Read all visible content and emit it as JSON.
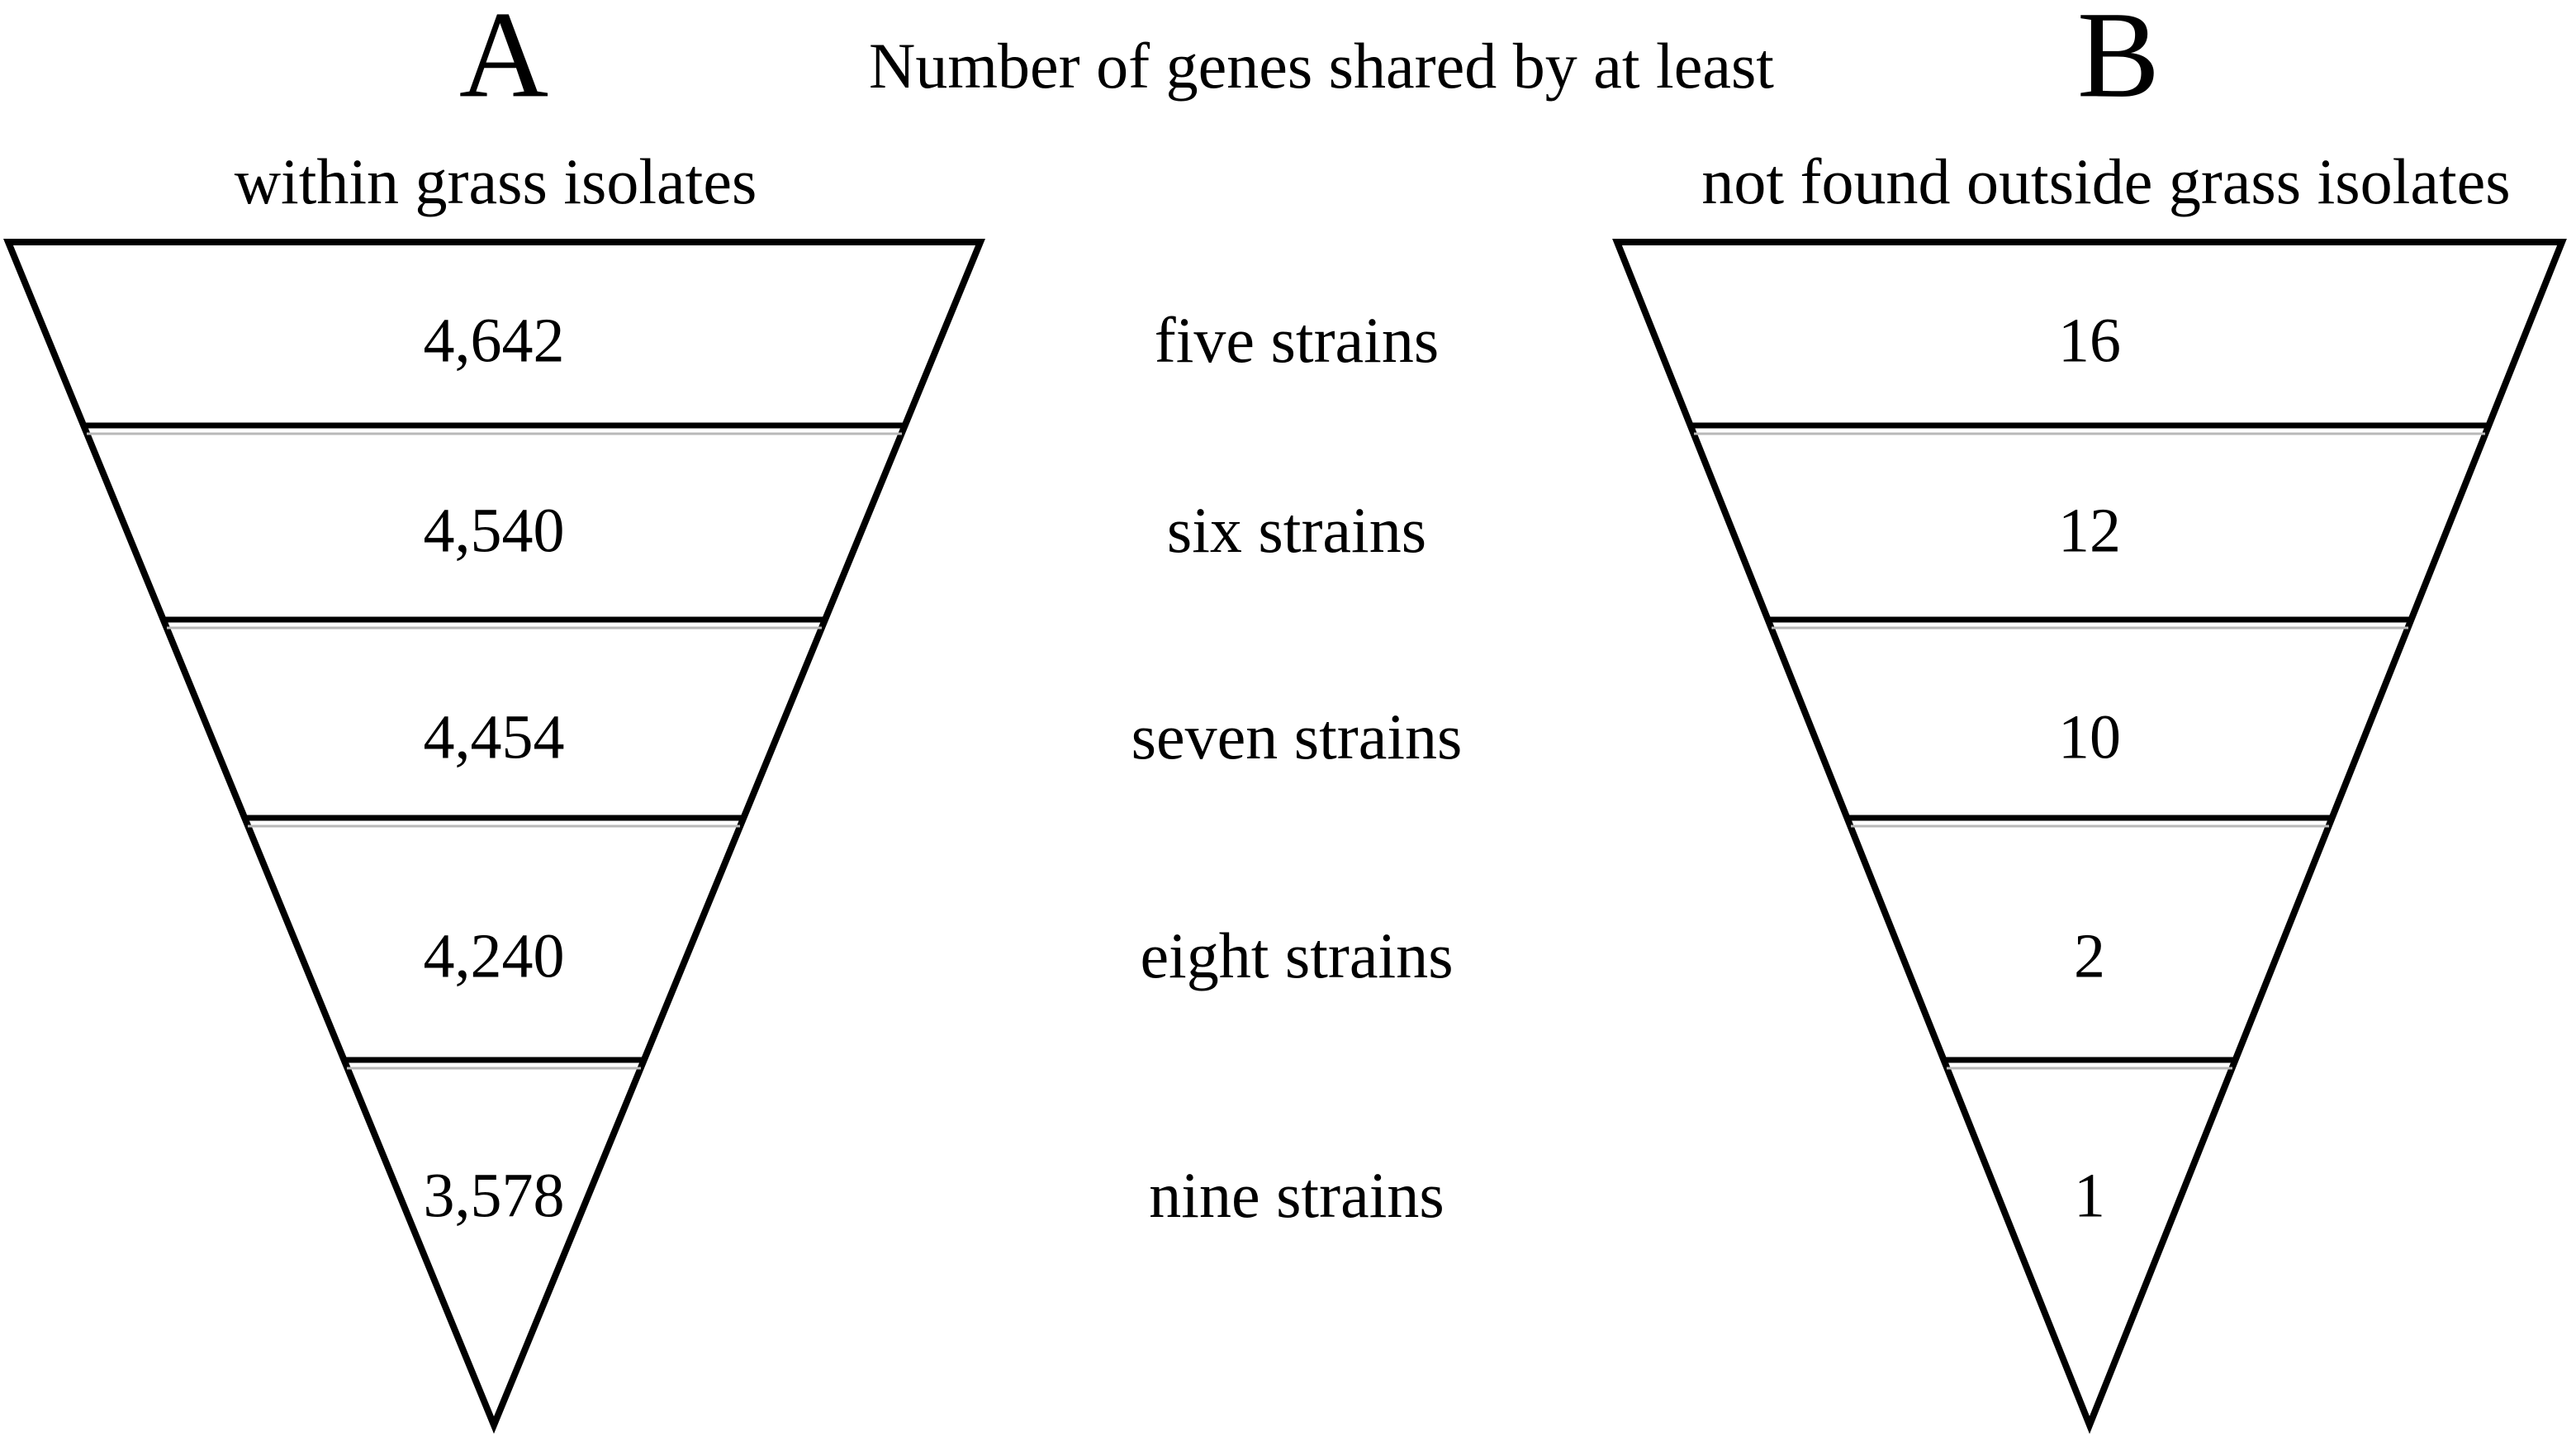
{
  "header": {
    "panel_a_label": "A",
    "panel_b_label": "B",
    "title": "Number of genes shared by at least",
    "panel_a_subtitle": "within grass isolates",
    "panel_b_subtitle": "not found outside grass isolates"
  },
  "rows": {
    "labels": [
      "five strains",
      "six strains",
      "seven strains",
      "eight strains",
      "nine strains"
    ],
    "panel_a_values": [
      "4,642",
      "4,540",
      "4,454",
      "4,240",
      "3,578"
    ],
    "panel_b_values": [
      "16",
      "12",
      "10",
      "2",
      "1"
    ]
  },
  "colors": {
    "ink": "#000000",
    "background": "#ffffff"
  },
  "chart_data": [
    {
      "type": "funnel",
      "panel": "A",
      "title": "within grass isolates",
      "shared_title": "Number of genes shared by at least",
      "categories": [
        "five strains",
        "six strains",
        "seven strains",
        "eight strains",
        "nine strains"
      ],
      "values": [
        4642,
        4540,
        4454,
        4240,
        3578
      ],
      "orientation": "inverted-triangle",
      "legend_position": "none"
    },
    {
      "type": "funnel",
      "panel": "B",
      "title": "not found outside grass isolates",
      "shared_title": "Number of genes shared by at least",
      "categories": [
        "five strains",
        "six strains",
        "seven strains",
        "eight strains",
        "nine strains"
      ],
      "values": [
        16,
        12,
        10,
        2,
        1
      ],
      "orientation": "inverted-triangle",
      "legend_position": "none"
    }
  ]
}
